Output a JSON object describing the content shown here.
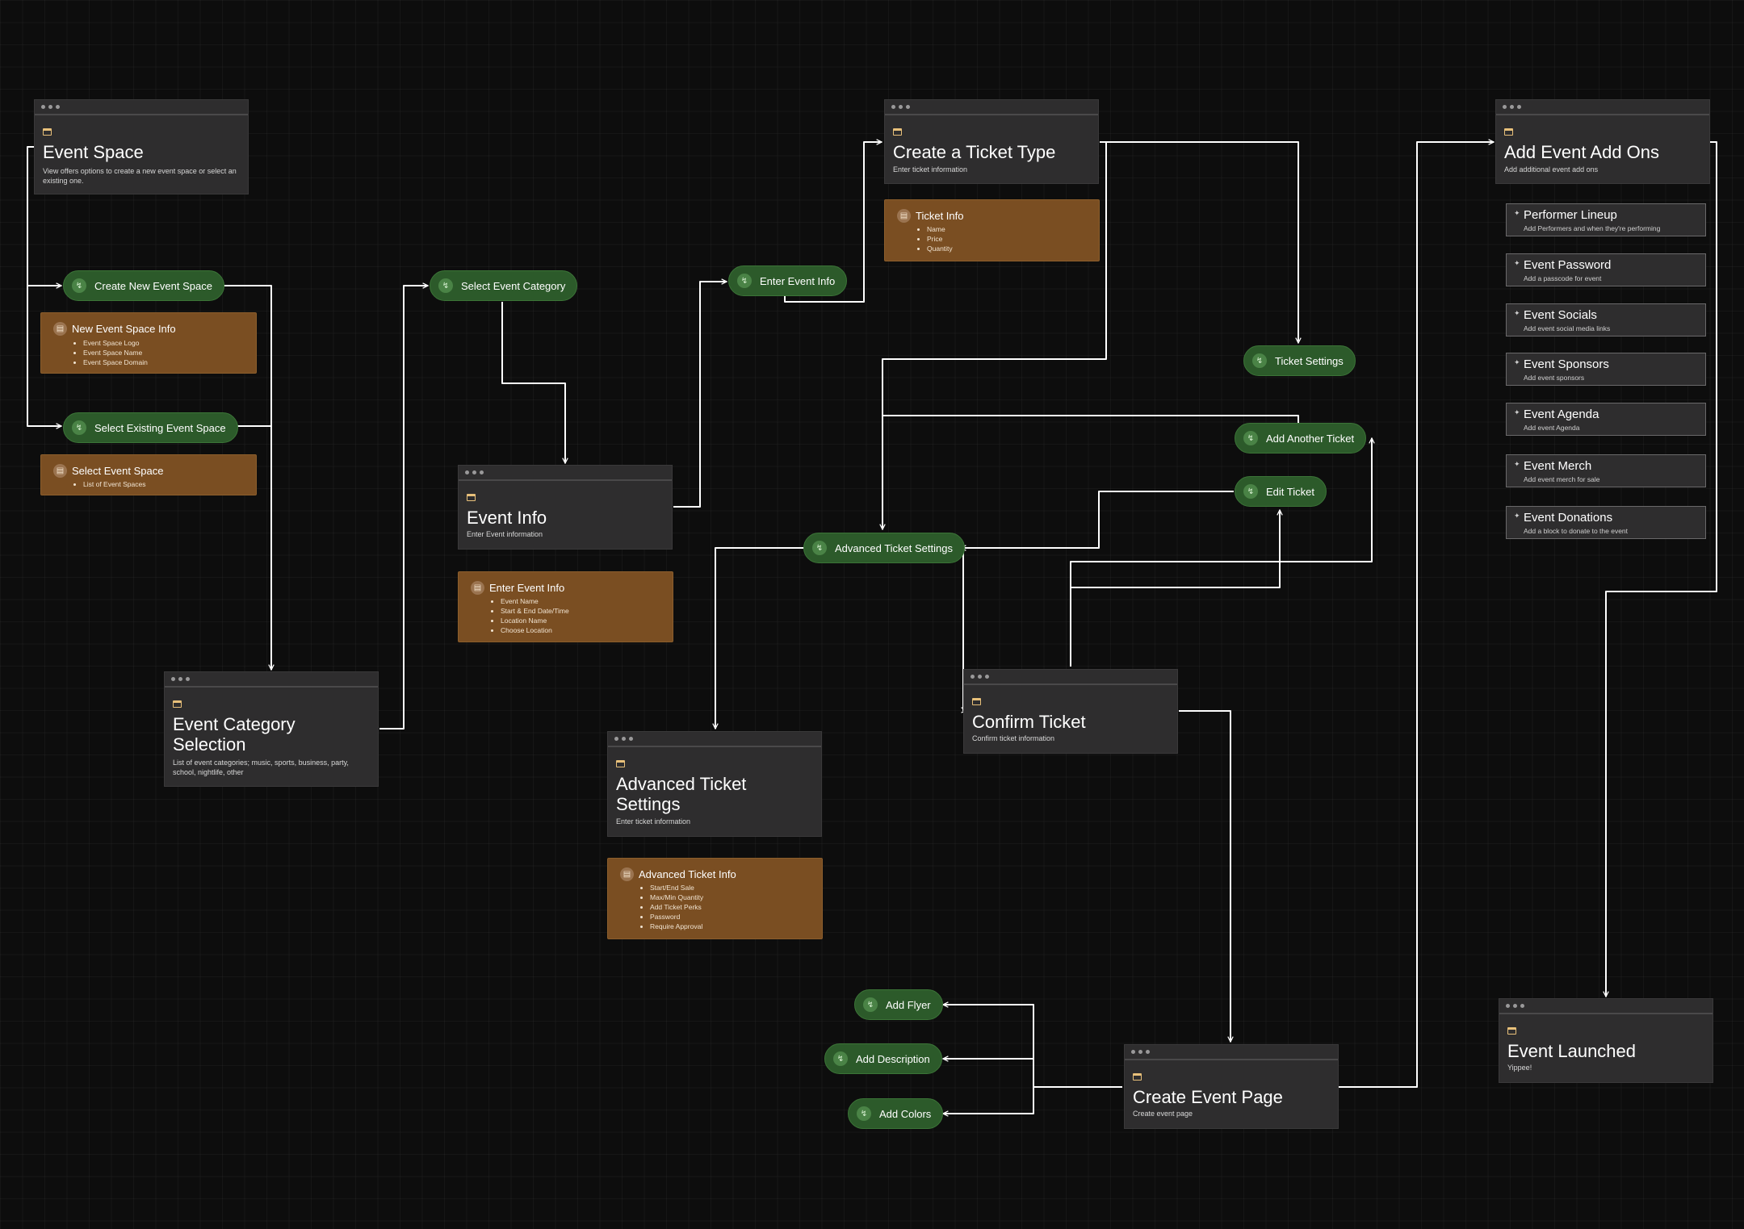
{
  "screens": {
    "event_space": {
      "title": "Event Space",
      "subtitle": "View offers options to create a new event space or select an existing one."
    },
    "event_category": {
      "title": "Event Category Selection",
      "subtitle": "List of event categories; music, sports, business, party, school, nightlife, other"
    },
    "event_info": {
      "title": "Event Info",
      "subtitle": "Enter Event information"
    },
    "ticket_type": {
      "title": "Create a Ticket Type",
      "subtitle": "Enter ticket information"
    },
    "advanced_ticket": {
      "title": "Advanced Ticket Settings",
      "subtitle": "Enter ticket information"
    },
    "confirm_ticket": {
      "title": "Confirm Ticket",
      "subtitle": "Confirm ticket information"
    },
    "event_page": {
      "title": "Create Event Page",
      "subtitle": "Create event page"
    },
    "add_ons": {
      "title": "Add Event Add Ons",
      "subtitle": "Add additional event add ons"
    },
    "launched": {
      "title": "Event Launched",
      "subtitle": "Yippee!"
    }
  },
  "info_cards": {
    "new_space": {
      "title": "New Event Space Info",
      "items": [
        "Event Space Logo",
        "Event Space Name",
        "Event Space Domain"
      ]
    },
    "select_space": {
      "title": "Select Event Space",
      "items": [
        "List of Event Spaces"
      ]
    },
    "enter_event": {
      "title": "Enter Event Info",
      "items": [
        "Event Name",
        "Start & End Date/Time",
        "Location Name",
        "Choose Location"
      ]
    },
    "ticket_info": {
      "title": "Ticket Info",
      "items": [
        "Name",
        "Price",
        "Quantity"
      ]
    },
    "adv_ticket_info": {
      "title": "Advanced Ticket Info",
      "items": [
        "Start/End Sale",
        "Max/Min Quantity",
        "Add Ticket Perks",
        "Password",
        "Require Approval"
      ]
    }
  },
  "actions": {
    "create_new_space": "Create New Event Space",
    "select_existing_space": "Select Existing Event Space",
    "select_category": "Select Event Category",
    "enter_event_info": "Enter Event Info",
    "ticket_settings": "Ticket Settings",
    "add_another_ticket": "Add Another Ticket",
    "edit_ticket": "Edit Ticket",
    "advanced_ticket_settings": "Advanced Ticket Settings",
    "add_flyer": "Add Flyer",
    "add_description": "Add Description",
    "add_colors": "Add Colors"
  },
  "add_ons": [
    {
      "title": "Performer Lineup",
      "subtitle": "Add Performers and when they're performing"
    },
    {
      "title": "Event Password",
      "subtitle": "Add a passcode for event"
    },
    {
      "title": "Event Socials",
      "subtitle": "Add event social media links"
    },
    {
      "title": "Event Sponsors",
      "subtitle": "Add event sponsors"
    },
    {
      "title": "Event Agenda",
      "subtitle": "Add event Agenda"
    },
    {
      "title": "Event Merch",
      "subtitle": "Add event merch for sale"
    },
    {
      "title": "Event Donations",
      "subtitle": "Add a block to donate to the event"
    }
  ],
  "icons": {
    "screen": "window-icon",
    "info": "database-icon",
    "action": "lightning-icon",
    "addon": "component-icon"
  },
  "colors": {
    "background": "#0d0d0d",
    "screen": "#2e2d2e",
    "info": "#7a4e22",
    "action": "#2c5a2a",
    "wire": "#ffffff"
  }
}
